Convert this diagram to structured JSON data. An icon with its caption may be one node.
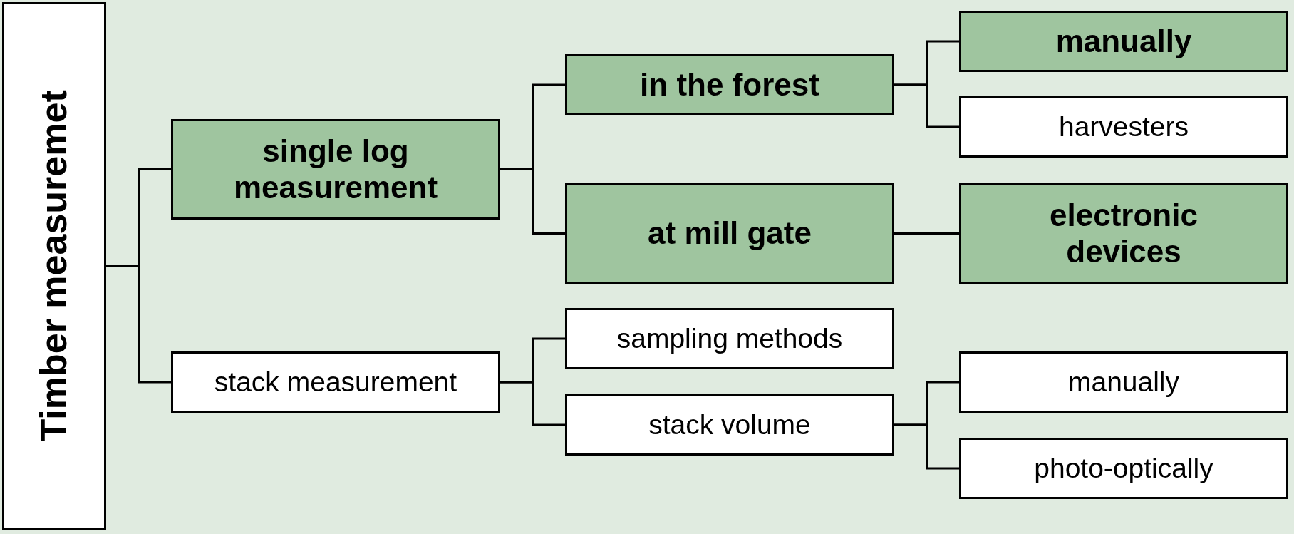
{
  "diagram": {
    "nodes": [
      {
        "text": [
          "Timber measuremet"
        ]
      },
      {
        "text": [
          "single log measurement"
        ]
      },
      {
        "text": [
          "stack measurement"
        ]
      },
      {
        "text": [
          "in the forest"
        ]
      },
      {
        "text": [
          "at mill gate"
        ]
      },
      {
        "text": [
          "sampling methods"
        ]
      },
      {
        "text": [
          "stack volume"
        ]
      },
      {
        "text": [
          "manually"
        ]
      },
      {
        "text": [
          "harvesters"
        ]
      },
      {
        "text": [
          "electronic devices"
        ]
      },
      {
        "text": [
          "manually"
        ]
      },
      {
        "text": [
          "photo-optically"
        ]
      }
    ],
    "edges": [
      {
        "from": 0,
        "to": 1,
        "arrow": "none"
      },
      {
        "from": 0,
        "to": 2,
        "arrow": "none"
      },
      {
        "from": 1,
        "to": 3,
        "arrow": "none"
      },
      {
        "from": 1,
        "to": 4,
        "arrow": "none"
      },
      {
        "from": 3,
        "to": 7,
        "arrow": "none"
      },
      {
        "from": 3,
        "to": 8,
        "arrow": "none"
      },
      {
        "from": 4,
        "to": 9,
        "arrow": "none"
      },
      {
        "from": 2,
        "to": 5,
        "arrow": "none"
      },
      {
        "from": 2,
        "to": 6,
        "arrow": "none"
      },
      {
        "from": 6,
        "to": 10,
        "arrow": "none"
      },
      {
        "from": 6,
        "to": 11,
        "arrow": "none"
      }
    ]
  }
}
